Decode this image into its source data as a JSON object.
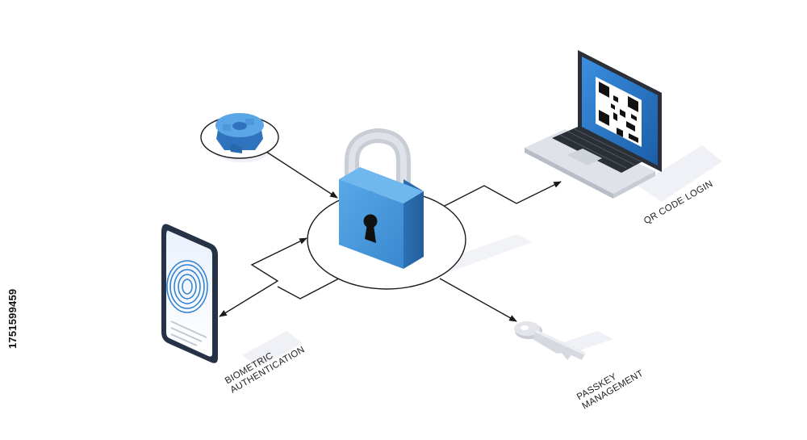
{
  "labels": {
    "biometric_line1": "BIOMETRIC",
    "biometric_line2": "AUTHENTICATION",
    "qr": "QR CODE LOGIN",
    "passkey_line1": "PASSKEY",
    "passkey_line2": "MANAGEMENT"
  },
  "stock_id": "1751599459",
  "colors": {
    "lock_blue": "#3b8fd6",
    "lock_dark": "#2e73b8",
    "shackle_grey": "#c9cdd6",
    "laptop_screen": "#1f5fa8",
    "arrow": "#1a1a1a"
  },
  "icons": [
    "gear-icon",
    "padlock-icon",
    "smartphone-icon",
    "fingerprint-icon",
    "laptop-icon",
    "qr-code-icon",
    "key-icon"
  ]
}
